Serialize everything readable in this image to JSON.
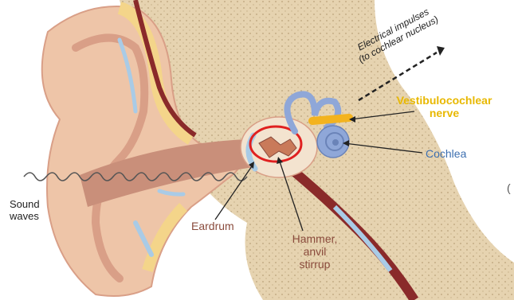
{
  "labels": {
    "sound_waves": "Sound\nwaves",
    "eardrum": "Eardrum",
    "ossicles": "Hammer,\nanvil\nstirrup",
    "vestibulocochlear": "Vestibulocochlear\nnerve",
    "cochlea": "Cochlea",
    "electrical": "Electrical impulses\n(to cochlear nucleus)",
    "stray_mark": "("
  },
  "colors": {
    "skin": "#eec5a8",
    "skin_shadow": "#d99f87",
    "canal": "#c98f7a",
    "cartilage": "#f4d58a",
    "bone": "#e6d3b0",
    "fluid": "#a9cbe6",
    "inner_ear": "#8fa7d8",
    "nerve": "#f3b31e",
    "ossicle_red": "#e02020",
    "vessel": "#8a2a2a"
  }
}
